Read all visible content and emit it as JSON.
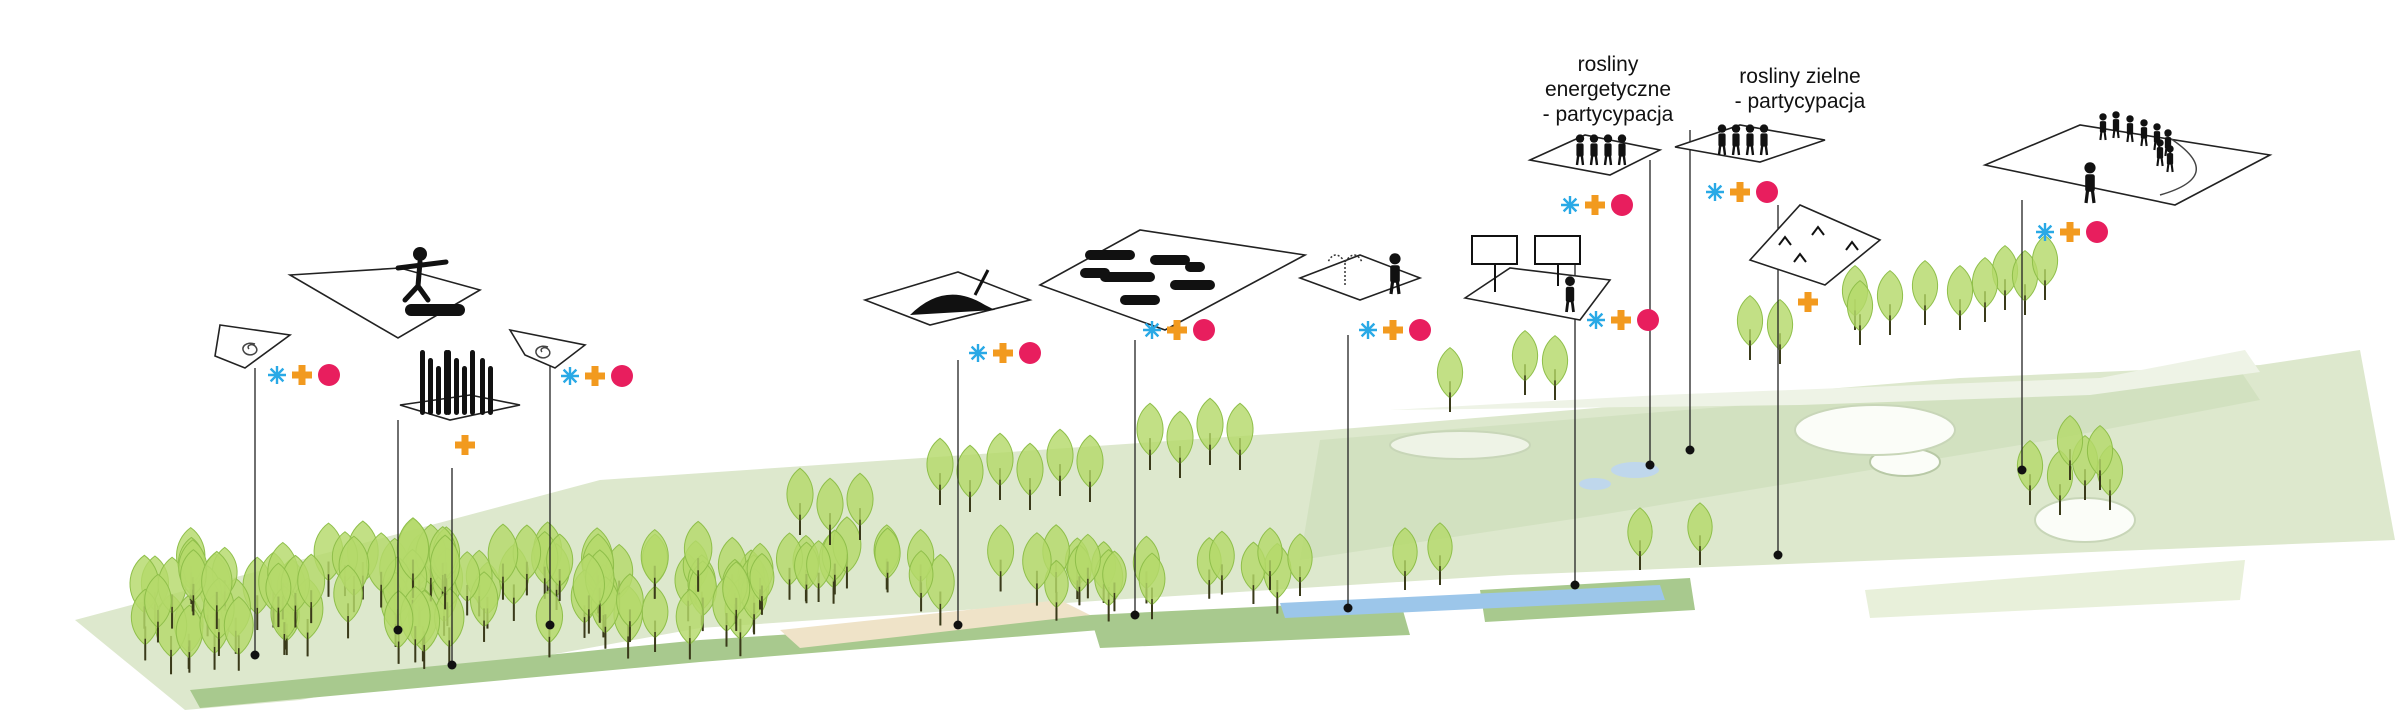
{
  "labels": {
    "energy_plants": [
      "rosliny",
      "energetyczne",
      "- partycypacja"
    ],
    "herbaceous_plants": [
      "rosliny zielne",
      "- partycypacja"
    ]
  },
  "colors": {
    "background": "#ffffff",
    "park_ground": "#dde8cd",
    "strip_green": "#a8c98e",
    "path_beige": "#efe3c8",
    "water": "#9cc6ea",
    "tree_fill": "#b5d96a",
    "tree_stroke": "#8fbf4a",
    "trunk": "#3a3a1a",
    "icon_snowflake": "#29a9e6",
    "icon_plus": "#f29a1f",
    "icon_dot": "#e81e5e",
    "pictogram": "#111111"
  },
  "icon_names": [
    "snowflake-icon",
    "plus-icon",
    "dot-icon"
  ],
  "pictograms": [
    "spiral-sign",
    "balance-figure",
    "pole-forest",
    "spiral-sign",
    "soil-heap",
    "log-pile",
    "fountain-person",
    "billboards-person",
    "group-energy-plants",
    "group-herbaceous-plants",
    "grass-tufts",
    "amphitheater-audience"
  ]
}
